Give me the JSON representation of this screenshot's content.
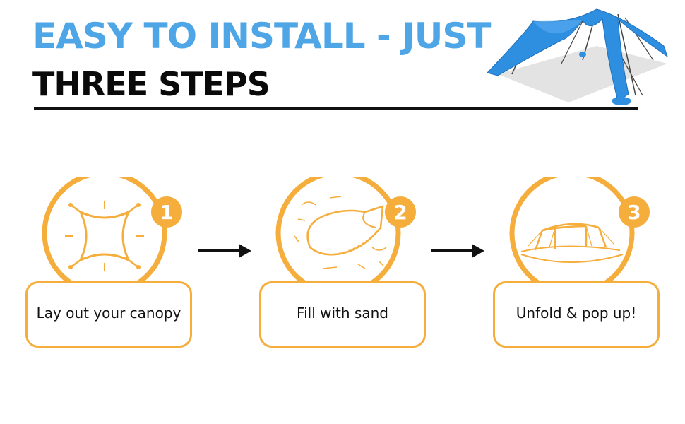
{
  "header": {
    "title_line1": "EASY TO INSTALL - JUST",
    "title_line2": "THREE STEPS"
  },
  "colors": {
    "title_blue": "#4fa6e6",
    "accent_orange": "#f5ad3c",
    "tent_blue": "#2e8ee0"
  },
  "steps": [
    {
      "number": "1",
      "caption": "Lay out your canopy",
      "icon": "canopy-layout-icon"
    },
    {
      "number": "2",
      "caption": "Fill with sand",
      "icon": "sandbag-icon"
    },
    {
      "number": "3",
      "caption": "Unfold & pop up!",
      "icon": "tent-popup-icon"
    }
  ],
  "illustration": "beach-canopy-tent"
}
